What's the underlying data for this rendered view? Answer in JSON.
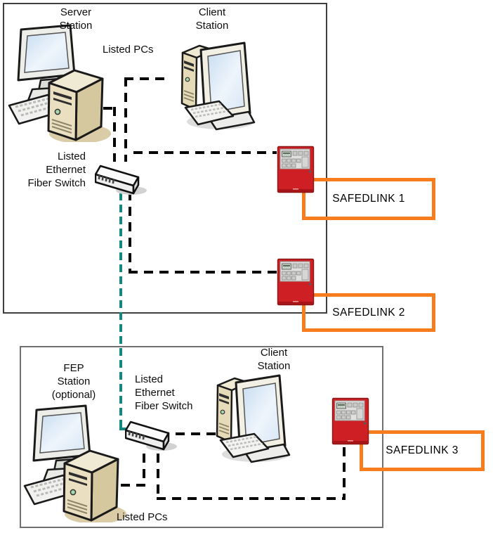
{
  "colors": {
    "orange": "#F67C1D",
    "teal": "#17867F",
    "connection_line": "#000000",
    "panel_red": "#CE2024",
    "top_box_border": "#3E3E3E",
    "bottom_box_border": "#707070"
  },
  "top_group": {
    "server_label": "Server\nStation",
    "client_label": "Client\nStation",
    "listed_pcs": "Listed PCs",
    "switch_label": "Listed\nEthernet\nFiber Switch"
  },
  "bottom_group": {
    "fep_label": "FEP\nStation\n(optional)",
    "switch_label": "Listed\nEthernet\nFiber Switch",
    "client_label": "Client\nStation",
    "listed_pcs": "Listed PCs"
  },
  "safedlink": [
    {
      "label": "SAFEDLINK 1"
    },
    {
      "label": "SAFEDLINK 2"
    },
    {
      "label": "SAFEDLINK 3"
    }
  ]
}
